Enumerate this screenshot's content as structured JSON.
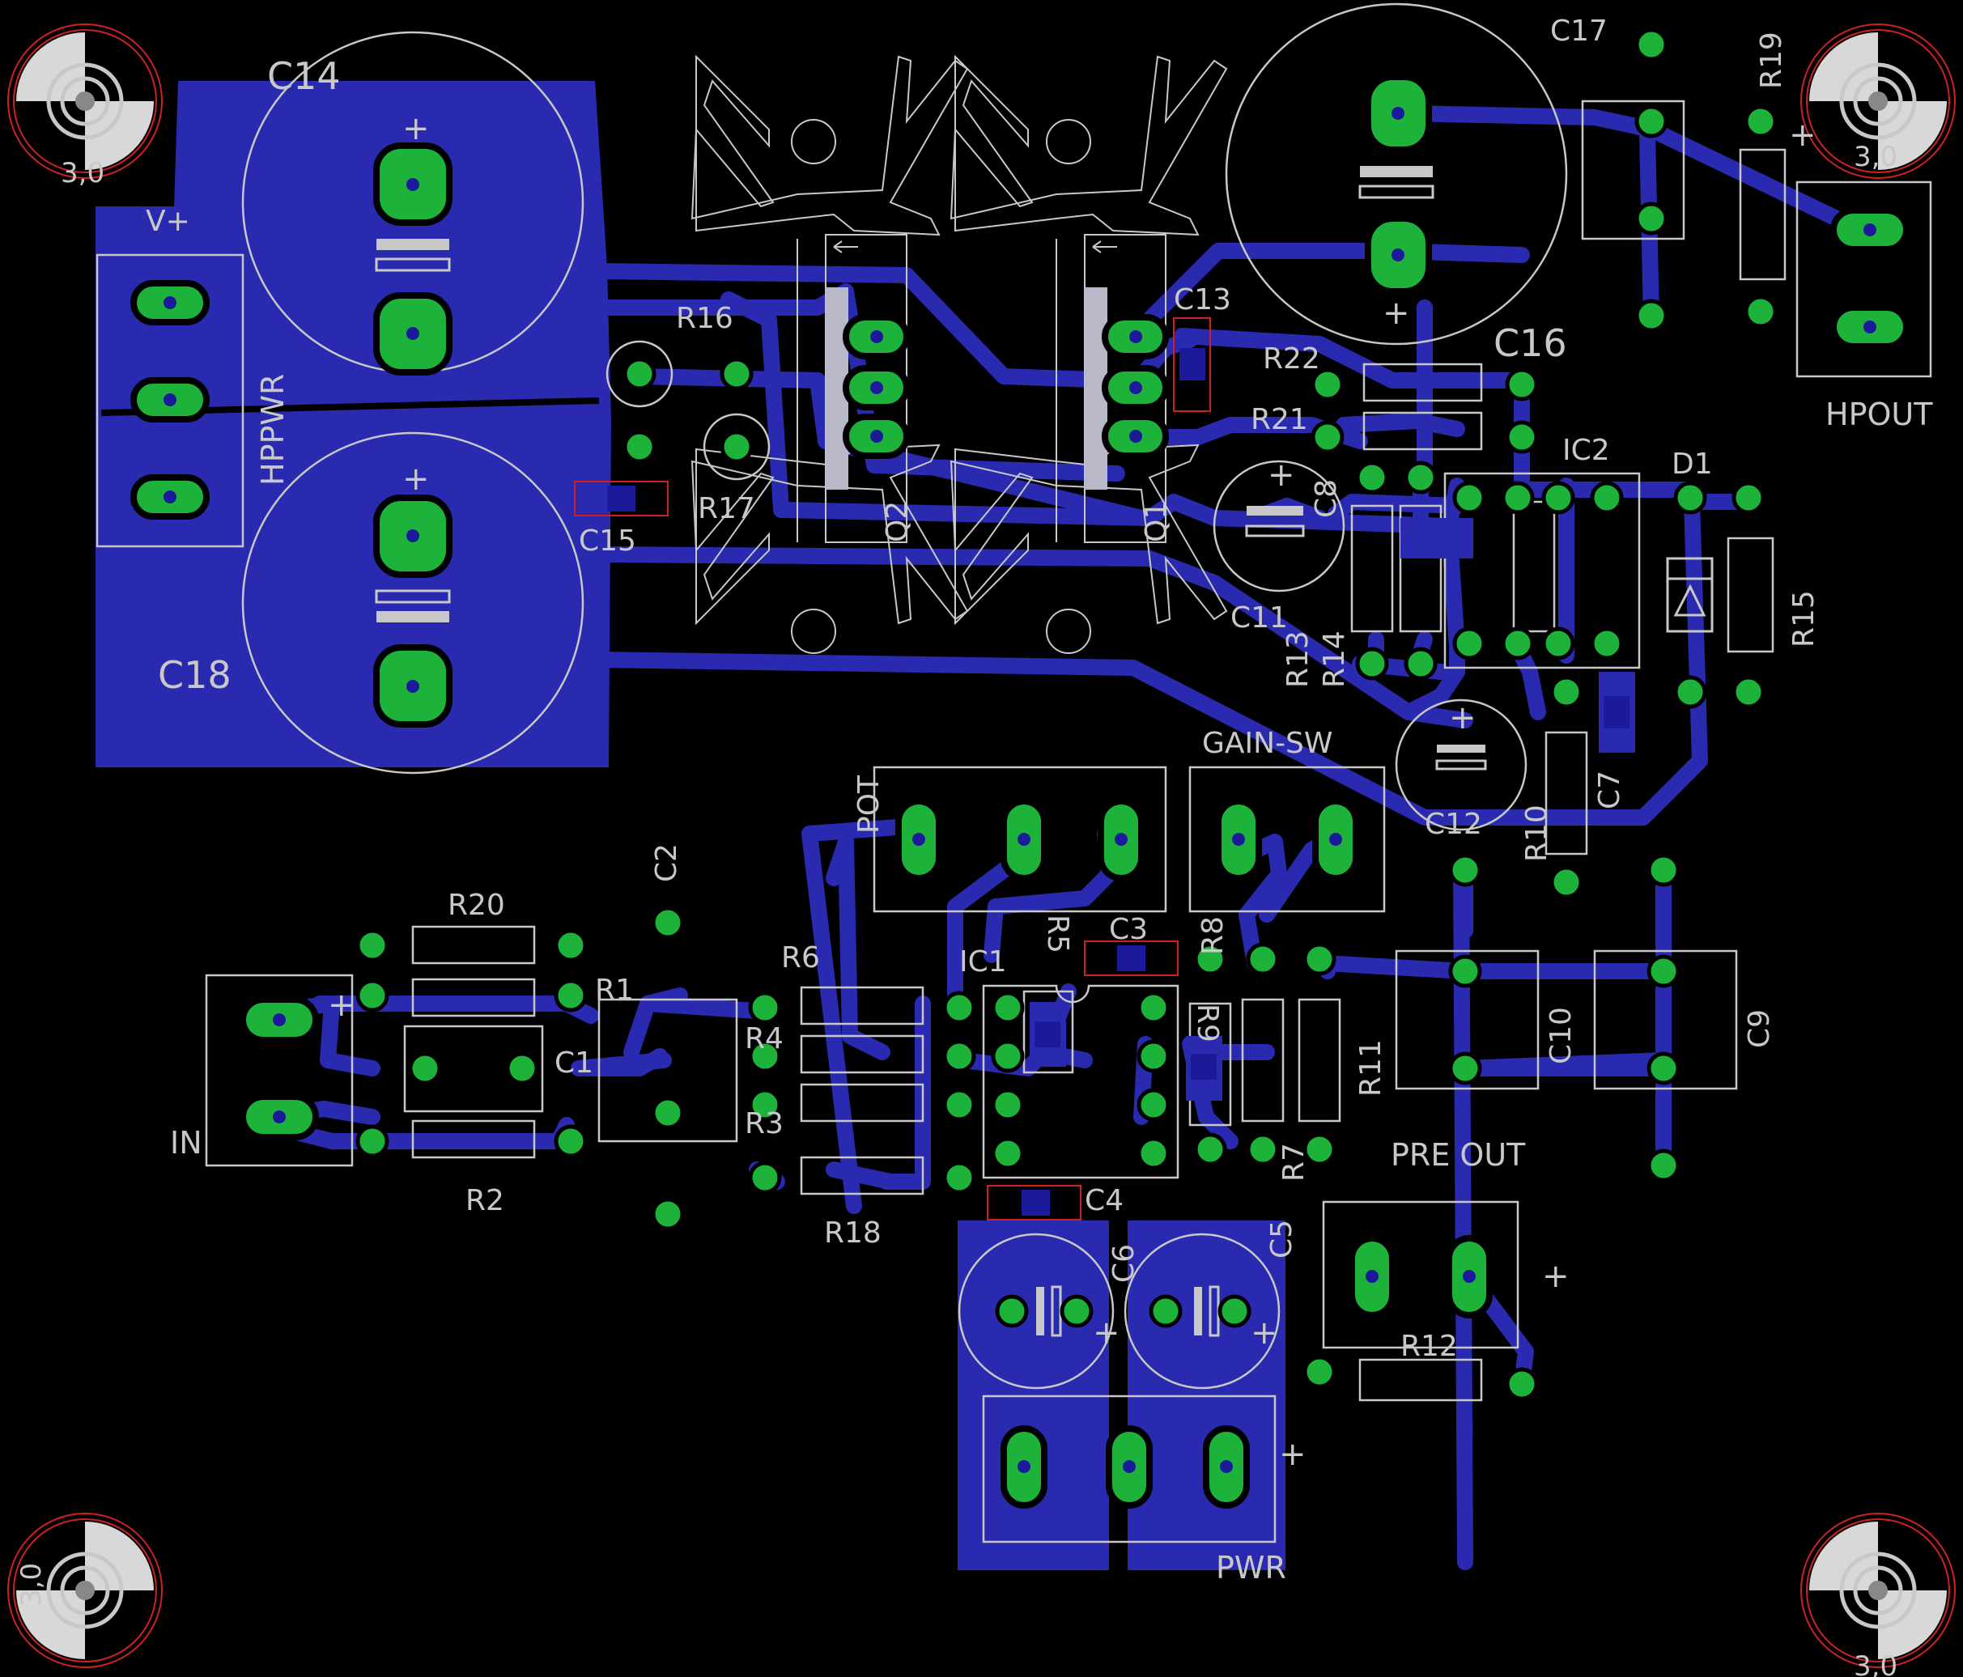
{
  "title": "",
  "colors": {
    "background": "#000000",
    "copper": "#2a2ab0",
    "pad": "#1db33a",
    "drill": "#1a1a9a",
    "silk": "#c8c8c8",
    "smd_outline": "#d02020",
    "mount_ring": "#cc2222"
  },
  "labels": {
    "C14": "C14",
    "C18": "C18",
    "Vplus": "V+",
    "HPPWR": "HPPWR",
    "R16": "R16",
    "R17": "R17",
    "C15": "C15",
    "Q2": "Q2",
    "Q1": "Q1",
    "C13": "C13",
    "R22": "R22",
    "R21": "R21",
    "C16": "C16",
    "C17": "C17",
    "R19": "R19",
    "HPOUT": "HPOUT",
    "IC2": "IC2",
    "D1": "D1",
    "R15": "R15",
    "C11": "C11",
    "C8": "C8",
    "R13": "R13",
    "R14": "R14",
    "C7": "C7",
    "C12": "C12",
    "R10": "R10",
    "GAIN_SW": "GAIN-SW",
    "POT": "POT",
    "C2": "C2",
    "R20": "R20",
    "R1": "R1",
    "C1": "C1",
    "IN": "IN",
    "R2": "R2",
    "R6": "R6",
    "R4": "R4",
    "R3": "R3",
    "R18": "R18",
    "IC1": "IC1",
    "R5": "R5",
    "C3": "C3",
    "R8": "R8",
    "R9": "R9",
    "R7": "R7",
    "R11": "R11",
    "C10": "C10",
    "C9": "C9",
    "PRE_OUT": "PRE OUT",
    "C4": "C4",
    "C6": "C6",
    "C5": "C5",
    "R12": "R12",
    "PWR": "PWR"
  },
  "polarity": "+",
  "mount_label": "3,0"
}
